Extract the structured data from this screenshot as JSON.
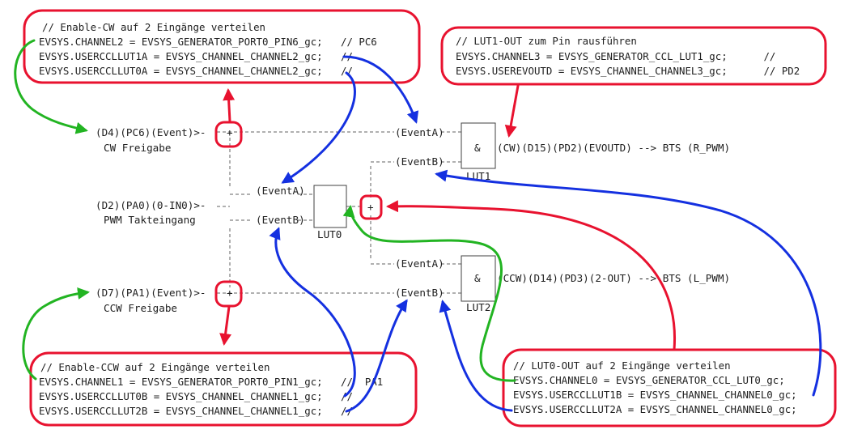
{
  "colors": {
    "red": "#e8122f",
    "blue": "#1430e0",
    "green": "#22b422",
    "text": "#202020",
    "dash": "#606060"
  },
  "boxes": {
    "cw_comment": "// Enable-CW auf 2 Eingänge verteilen",
    "cw_line1": "EVSYS.CHANNEL2 = EVSYS_GENERATOR_PORT0_PIN6_gc;   // PC6",
    "cw_line2": "EVSYS.USERCCLLUT1A = EVSYS_CHANNEL_CHANNEL2_gc;   //",
    "cw_line3": "EVSYS.USERCCLLUT0A = EVSYS_CHANNEL_CHANNEL2_gc;   //",
    "lut1_comment": "// LUT1-OUT zum Pin rausführen",
    "lut1_line1": "EVSYS.CHANNEL3 = EVSYS_GENERATOR_CCL_LUT1_gc;      //",
    "lut1_line2": "EVSYS.USEREVOUTD = EVSYS_CHANNEL_CHANNEL3_gc;      // PD2",
    "ccw_comment": "// Enable-CCW auf 2 Eingänge verteilen",
    "ccw_line1": "EVSYS.CHANNEL1 = EVSYS_GENERATOR_PORT0_PIN1_gc;   //  PA1",
    "ccw_line2": "EVSYS.USERCCLLUT0B = EVSYS_CHANNEL_CHANNEL1_gc;   //",
    "ccw_line3": "EVSYS.USERCCLLUT2B = EVSYS_CHANNEL_CHANNEL1_gc;   //",
    "lut0_comment": "// LUT0-OUT auf 2 Eingänge verteilen",
    "lut0_line1": "EVSYS.CHANNEL0 = EVSYS_GENERATOR_CCL_LUT0_gc;",
    "lut0_line2": "EVSYS.USERCCLLUT1B = EVSYS_CHANNEL_CHANNEL0_gc;",
    "lut0_line3": "EVSYS.USERCCLLUT2A = EVSYS_CHANNEL_CHANNEL0_gc;"
  },
  "labels": {
    "cw_input": "(D4)(PC6)(Event)>-",
    "cw_input_sub": "CW Freigabe",
    "pwm_input": "(D2)(PA0)(0-IN0)>-",
    "pwm_input_sub": "PWM Takteingang",
    "ccw_input": "(D7)(PA1)(Event)>-",
    "ccw_input_sub": "CCW Freigabe",
    "eventA": "(EventA)",
    "eventB": "(EventB)",
    "and_symbol": "&",
    "lut0": "LUT0",
    "lut1": "LUT1",
    "lut2": "LUT2",
    "lut1_out": "(CW)(D15)(PD2)(EVOUTD) --> BTS (R_PWM)",
    "lut2_out": "(CCW)(D14)(PD3)(2-OUT) --> BTS (L_PWM)",
    "plus": "+"
  }
}
